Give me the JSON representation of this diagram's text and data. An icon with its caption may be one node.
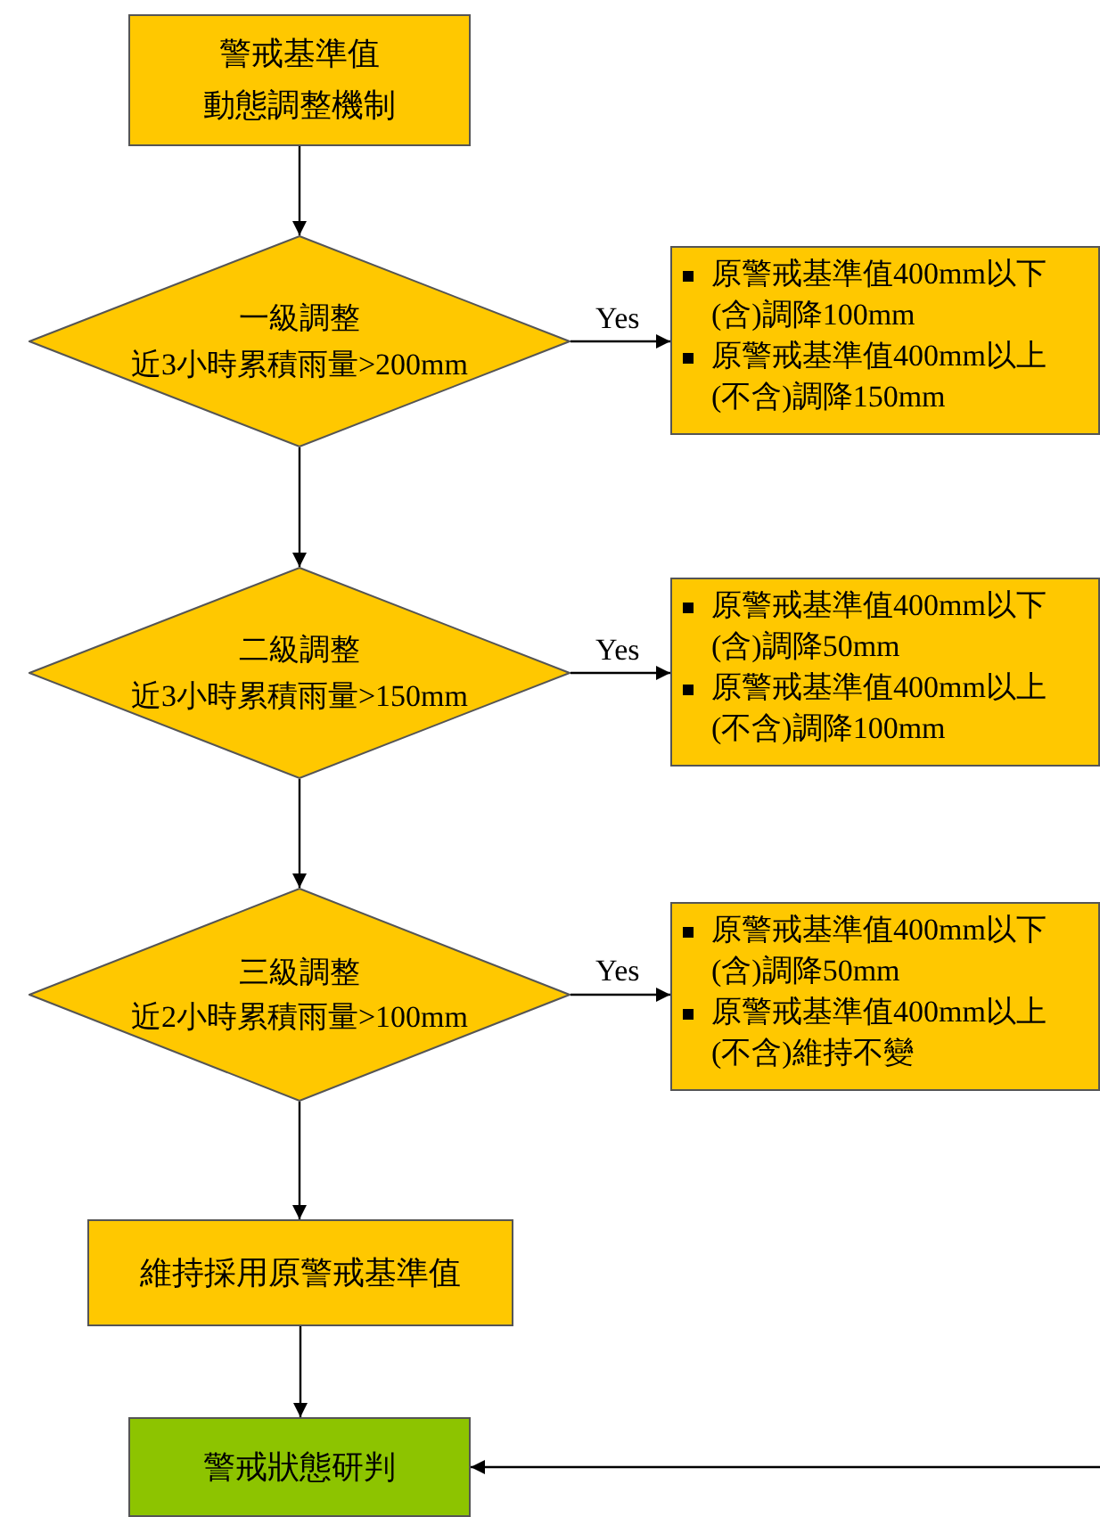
{
  "diagram": {
    "nodes": [
      {
        "text": [
          "警戒基準值動態調整機制"
        ]
      },
      {
        "text": [
          "一級調整",
          "近3小時累積雨量>200mm"
        ]
      },
      {
        "text": [
          "原警戒基準值400mm以下(含)調降100mm",
          "原警戒基準值400mm以上(不含)調降150mm"
        ]
      },
      {
        "text": [
          "二級調整",
          "近3小時累積雨量>150mm"
        ]
      },
      {
        "text": [
          "原警戒基準值400mm以下(含)調降50mm",
          "原警戒基準值400mm以上(不含)調降100mm"
        ]
      },
      {
        "text": [
          "三級調整",
          "近2小時累積雨量>100mm"
        ]
      },
      {
        "text": [
          "原警戒基準值400mm以下(含)調降50mm",
          "原警戒基準值400mm以上(不含)維持不變"
        ]
      },
      {
        "text": [
          "維持採用原警戒基準值"
        ]
      },
      {
        "text": [
          "警戒狀態研判"
        ]
      }
    ],
    "edges": [
      {
        "from": 0,
        "to": 1,
        "arrow": "to"
      },
      {
        "from": 1,
        "to": 2,
        "arrow": "to",
        "label": "Yes"
      },
      {
        "from": 1,
        "to": 3,
        "arrow": "to"
      },
      {
        "from": 3,
        "to": 4,
        "arrow": "to",
        "label": "Yes"
      },
      {
        "from": 3,
        "to": 5,
        "arrow": "to"
      },
      {
        "from": 5,
        "to": 6,
        "arrow": "to",
        "label": "Yes"
      },
      {
        "from": 5,
        "to": 7,
        "arrow": "to"
      },
      {
        "from": 7,
        "to": 8,
        "arrow": "to"
      },
      {
        "from": null,
        "to": 8,
        "arrow": "to"
      }
    ]
  }
}
